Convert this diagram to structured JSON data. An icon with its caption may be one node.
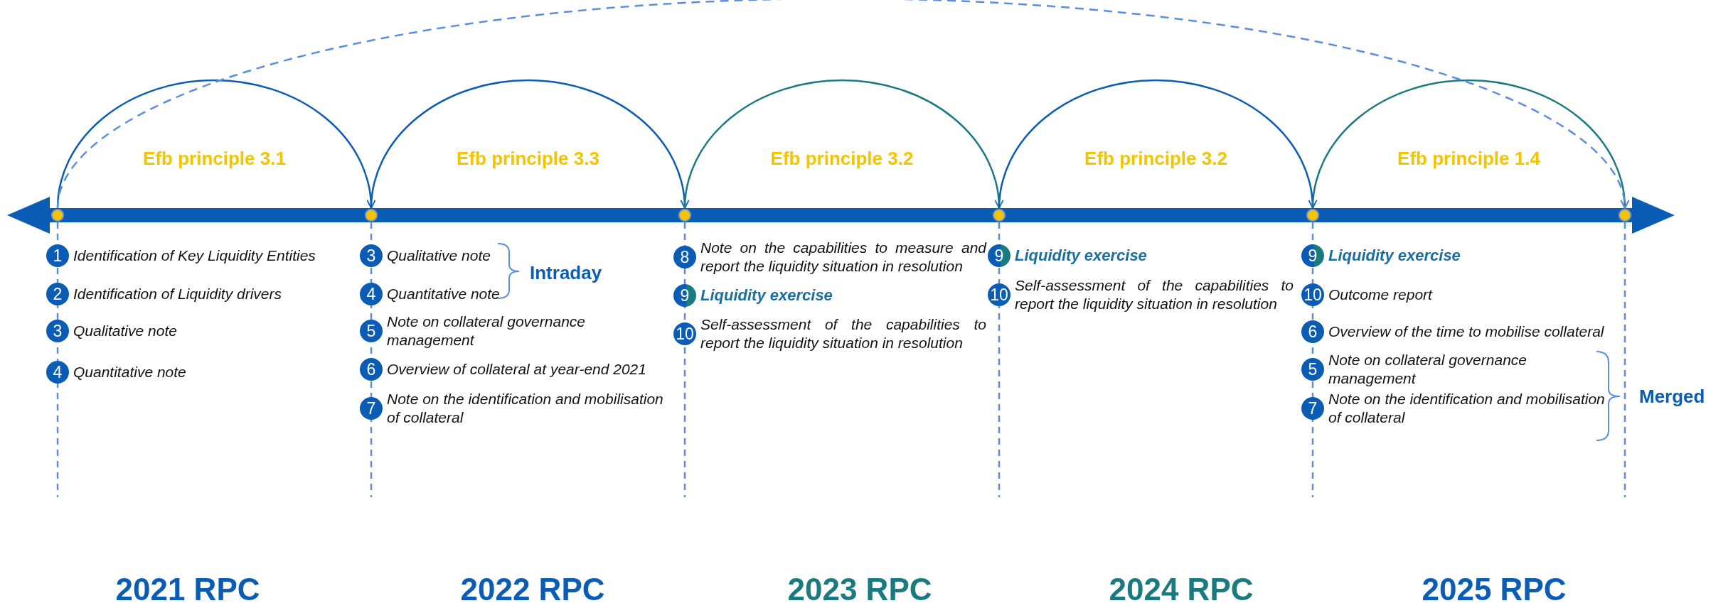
{
  "diagram": {
    "nodes": [
      {
        "text": [],
        "shape": "circle"
      },
      {
        "text": [],
        "shape": "circle"
      },
      {
        "text": [],
        "shape": "circle"
      },
      {
        "text": [],
        "shape": "circle"
      },
      {
        "text": [],
        "shape": "circle"
      },
      {
        "text": [],
        "shape": "circle"
      },
      {
        "text": [
          "1"
        ],
        "beside": [
          "Identification of Key Liquidity Entities"
        ]
      },
      {
        "text": [
          "2"
        ],
        "beside": [
          "Identification of Liquidity drivers"
        ]
      },
      {
        "text": [
          "3"
        ],
        "beside": [
          "Qualitative note"
        ]
      },
      {
        "text": [
          "4"
        ],
        "beside": [
          "Quantitative note"
        ]
      },
      {
        "text": [
          "3"
        ],
        "beside": [
          "Qualitative note"
        ]
      },
      {
        "text": [
          "4"
        ],
        "beside": [
          "Quantitative note"
        ]
      },
      {
        "text": [
          "5"
        ],
        "beside": [
          "Note on collateral governance management"
        ]
      },
      {
        "text": [
          "6"
        ],
        "beside": [
          "Overview of collateral at year-end 2021"
        ]
      },
      {
        "text": [
          "7"
        ],
        "beside": [
          "Note on the identification and mobilisation of collateral"
        ]
      },
      {
        "text": [
          "8"
        ],
        "beside": [
          "Note on the capabilities to measure and report the liquidity situation in resolution"
        ]
      },
      {
        "text": [
          "9"
        ],
        "beside": [
          "Liquidity exercise"
        ]
      },
      {
        "text": [
          "10"
        ],
        "beside": [
          "Self-assessment of the capabilities to report the liquidity situation in resolution"
        ]
      },
      {
        "text": [
          "9"
        ],
        "beside": [
          "Liquidity exercise"
        ]
      },
      {
        "text": [
          "10"
        ],
        "beside": [
          "Self-assessment of the capabilities to report the liquidity situation in resolution"
        ]
      },
      {
        "text": [
          "9"
        ],
        "beside": [
          "Liquidity exercise"
        ]
      },
      {
        "text": [
          "10"
        ],
        "beside": [
          "Outcome report"
        ]
      },
      {
        "text": [
          "6"
        ],
        "beside": [
          "Overview of the time to mobilise collateral"
        ]
      },
      {
        "text": [
          "5"
        ],
        "beside": [
          "Note on collateral governance management"
        ]
      },
      {
        "text": [
          "7"
        ],
        "beside": [
          "Note on the identification and mobilisation of collateral"
        ]
      }
    ],
    "edges": [
      {
        "from": 0,
        "to": 1,
        "arrow": "to",
        "label": "Efb principle 3.1"
      },
      {
        "from": 1,
        "to": 2,
        "arrow": "to",
        "label": "Efb principle 3.3"
      },
      {
        "from": 2,
        "to": 3,
        "arrow": "to",
        "label": "Efb principle 3.2",
        "color": "#1a7a80"
      },
      {
        "from": 3,
        "to": 4,
        "arrow": "to",
        "label": "Efb principle 3.2"
      },
      {
        "from": 4,
        "to": 5,
        "arrow": "to",
        "label": "Efb principle 1.4",
        "color": "#1a7a80"
      },
      {
        "from": 0,
        "to": 5,
        "arrow": "to",
        "style": "dashed",
        "color": "#5b8fde"
      }
    ],
    "labels": [
      "Intraday",
      "Merged",
      "2021 RPC",
      "2022 RPC",
      "2023 RPC",
      "2024 RPC",
      "2025 RPC"
    ]
  }
}
